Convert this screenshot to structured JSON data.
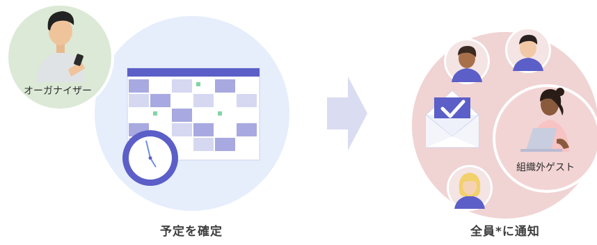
{
  "organizer": {
    "label": "オーガナイザー"
  },
  "guest": {
    "label": "組織外ゲスト"
  },
  "left_caption": "予定を確定",
  "right_caption": "全員*に通知",
  "colors": {
    "organizer_bg": "#dbe9d6",
    "calendar_bg": "#e6eefc",
    "notify_bg": "#f0d2d2",
    "accent_purple": "#5b5fc7",
    "cell_purple": "#a7a9e0",
    "cell_light": "#d6d8f2",
    "cell_green": "#7fd6a6",
    "arrow": "#d9dcf2"
  },
  "icons": [
    "person-with-phone-icon",
    "calendar-icon",
    "clock-icon",
    "arrow-right-icon",
    "envelope-check-icon",
    "person-avatar-icon",
    "person-with-laptop-icon"
  ]
}
